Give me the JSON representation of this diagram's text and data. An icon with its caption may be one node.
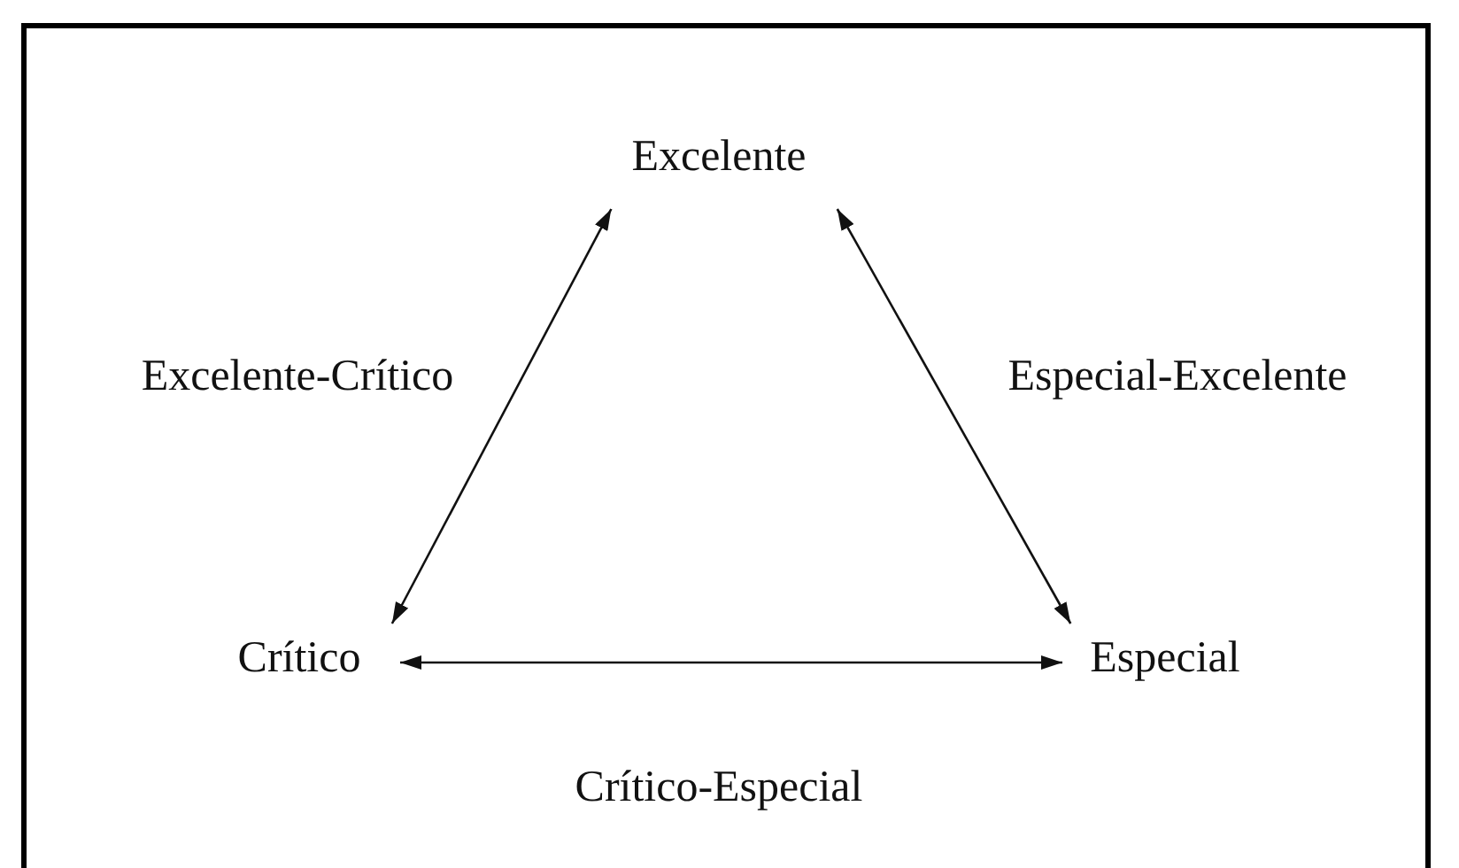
{
  "diagram": {
    "nodes": [
      {
        "text": [
          "Excelente"
        ]
      },
      {
        "text": [
          "Crítico"
        ]
      },
      {
        "text": [
          "Especial"
        ]
      }
    ],
    "edges": [
      {
        "from": 0,
        "to": 1,
        "arrow": "both",
        "label": "Excelente-Crítico"
      },
      {
        "from": 2,
        "to": 0,
        "arrow": "both",
        "label": "Especial-Excelente"
      },
      {
        "from": 1,
        "to": 2,
        "arrow": "both",
        "label": "Crítico-Especial"
      }
    ]
  }
}
